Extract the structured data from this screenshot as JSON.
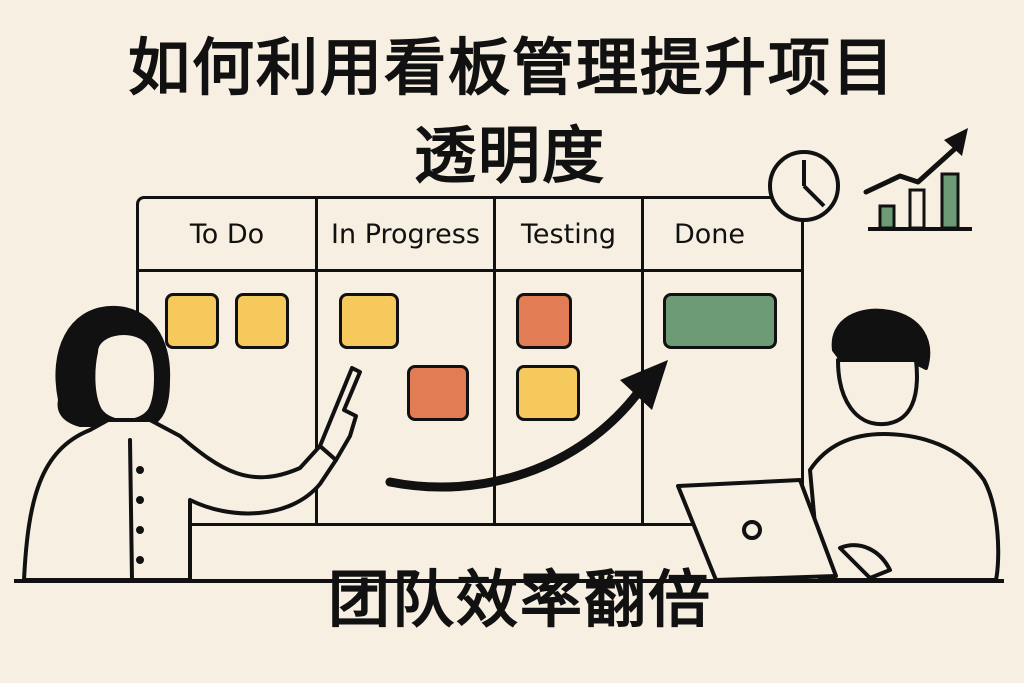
{
  "title": {
    "line1": "如何利用看板管理提升项目",
    "line2": "透明度"
  },
  "subtitle": "团队效率翻倍",
  "board": {
    "columns": [
      {
        "label": "To Do"
      },
      {
        "label": "In Progress"
      },
      {
        "label": "Testing"
      },
      {
        "label": "Done"
      }
    ]
  },
  "colors": {
    "background": "#f7efe1",
    "yellow_card": "#f5c95b",
    "orange_card": "#e27c54",
    "green_card": "#6c9b76"
  },
  "icons": [
    "clock-icon",
    "growth-chart-icon",
    "laptop-icon"
  ]
}
